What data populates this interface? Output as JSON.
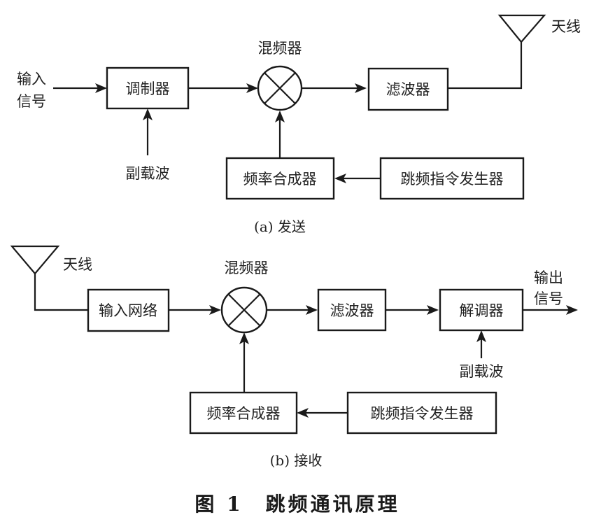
{
  "transmit": {
    "input_signal": [
      "输入",
      "信号"
    ],
    "modulator": "调制器",
    "subcarrier": "副载波",
    "mixer": "混频器",
    "filter": "滤波器",
    "antenna": "天线",
    "synthesizer": "频率合成器",
    "hop_generator": "跳频指令发生器",
    "caption": "(a) 发送"
  },
  "receive": {
    "antenna": "天线",
    "input_network": "输入网络",
    "mixer": "混频器",
    "filter": "滤波器",
    "demodulator": "解调器",
    "output_signal": [
      "输出",
      "信号"
    ],
    "subcarrier": "副载波",
    "synthesizer": "频率合成器",
    "hop_generator": "跳频指令发生器",
    "caption": "(b) 接收"
  },
  "figure_title": "图 1　跳频通讯原理"
}
